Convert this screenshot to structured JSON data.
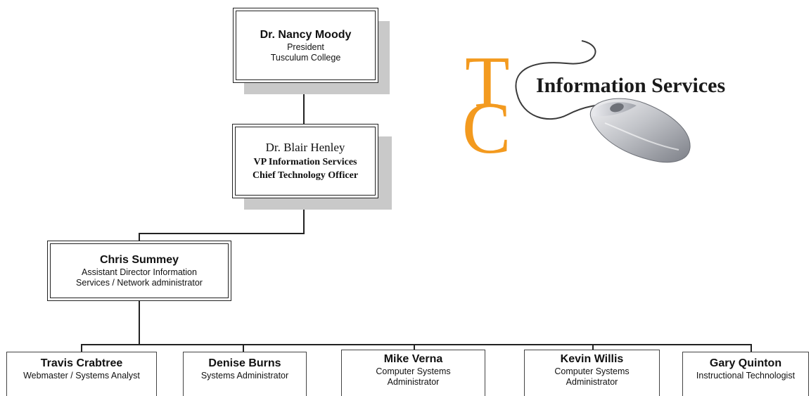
{
  "president": {
    "name": "Dr. Nancy Moody",
    "line1": "President",
    "line2": "Tusculum College"
  },
  "vp": {
    "name": "Dr. Blair Henley",
    "line1": "VP Information Services",
    "line2": "Chief Technology Officer"
  },
  "director": {
    "name": "Chris Summey",
    "line1": "Assistant Director Information",
    "line2": "Services / Network administrator"
  },
  "staff": [
    {
      "name": "Travis Crabtree",
      "line1": "Webmaster / Systems Analyst",
      "line2": ""
    },
    {
      "name": "Denise Burns",
      "line1": "Systems Administrator",
      "line2": ""
    },
    {
      "name": "Mike Verna",
      "line1": "Computer Systems",
      "line2": "Administrator"
    },
    {
      "name": "Kevin Willis",
      "line1": "Computer Systems",
      "line2": "Administrator"
    },
    {
      "name": "Gary Quinton",
      "line1": "Instructional Technologist",
      "line2": ""
    }
  ],
  "logo": {
    "letter_t": "T",
    "letter_c": "C",
    "text": "Information Services",
    "accent_color": "#f39a1f",
    "icon": "computer-mouse-icon"
  }
}
